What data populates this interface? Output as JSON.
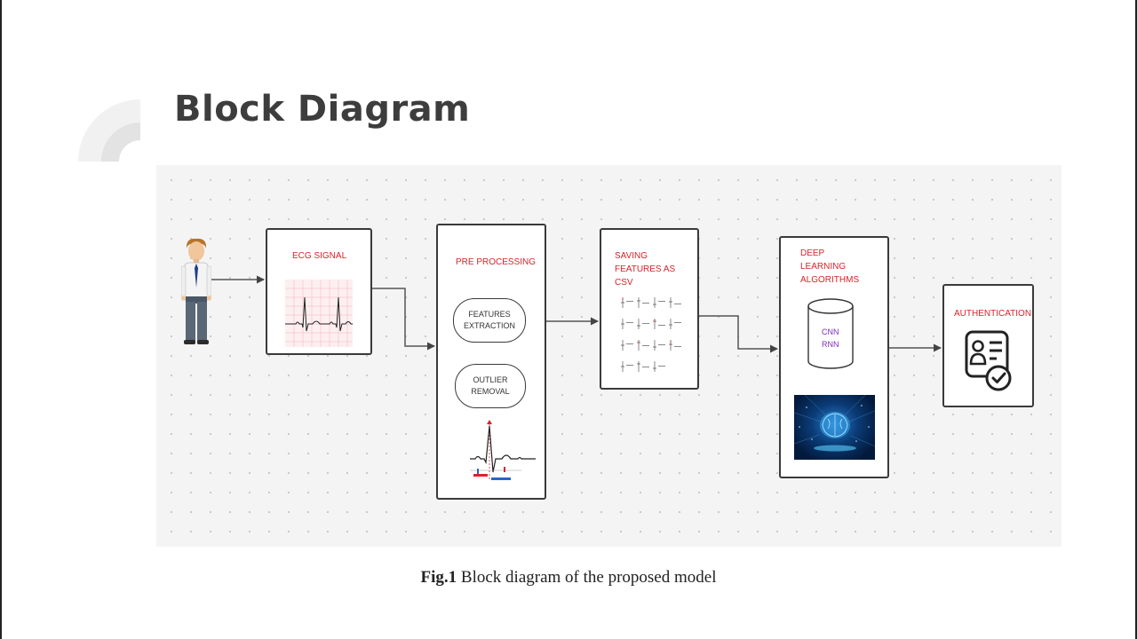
{
  "title": "Block Diagram",
  "colors": {
    "accent_red": "#d8232a",
    "db_text": "#7b2fbd",
    "box_border": "#3a3a3a"
  },
  "diagram": {
    "ecg_signal": {
      "label": "ECG SIGNAL"
    },
    "pre_processing": {
      "label": "PRE PROCESSING",
      "steps": [
        "FEATURES\nEXTRACTION",
        "OUTLIER REMOVAL"
      ]
    },
    "saving": {
      "label": "SAVING\nFEATURES AS\nCSV"
    },
    "deep_learning": {
      "label": "DEEP\nLEARNING\nALGORITHMS",
      "models": [
        "CNN",
        "RNN"
      ]
    },
    "authentication": {
      "label": "AUTHENTICATION"
    }
  },
  "caption": {
    "prefix": "Fig.1",
    "text": " Block diagram of the proposed model"
  }
}
